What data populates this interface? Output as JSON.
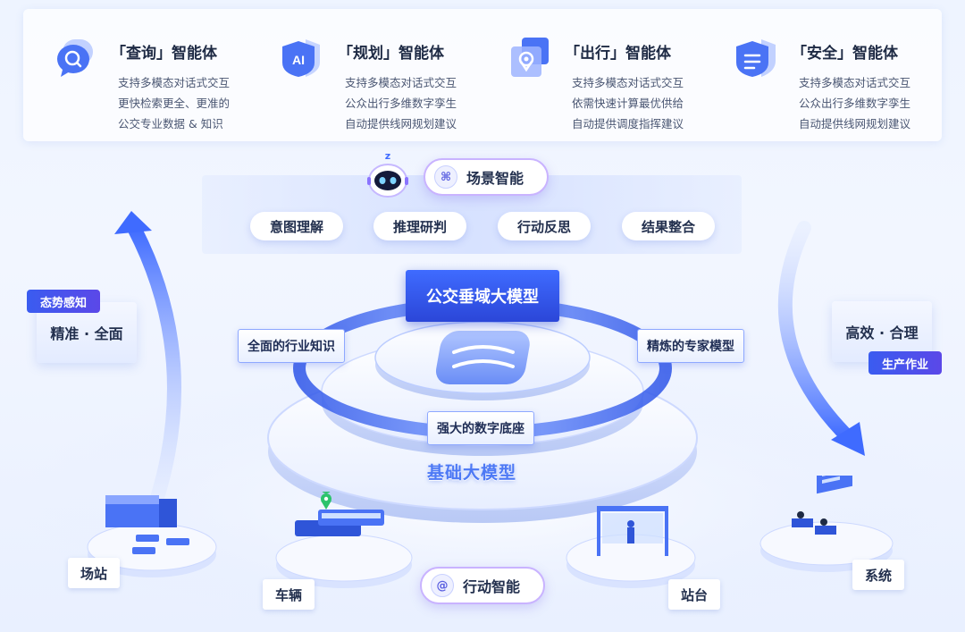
{
  "agents": [
    {
      "icon": "search-chat-icon",
      "title": "「查询」智能体",
      "lines": [
        "支持多模态对话式交互",
        "更快检索更全、更准的",
        "公交专业数据 & 知识"
      ]
    },
    {
      "icon": "ai-shield-icon",
      "title": "「规划」智能体",
      "lines": [
        "支持多模态对话式交互",
        "公众出行多维数字孪生",
        "自动提供线网规划建议"
      ]
    },
    {
      "icon": "location-pin-icon",
      "title": "「出行」智能体",
      "lines": [
        "支持多模态对话式交互",
        "依需快速计算最优供给",
        "自动提供调度指挥建议"
      ]
    },
    {
      "icon": "security-shield-icon",
      "title": "「安全」智能体",
      "lines": [
        "支持多模态对话式交互",
        "公众出行多维数字孪生",
        "自动提供线网规划建议"
      ]
    }
  ],
  "scene_intelligence": {
    "label": "场景智能",
    "icon_text": "⌘"
  },
  "capabilities": [
    "意图理解",
    "推理研判",
    "行动反思",
    "结果整合"
  ],
  "left_card": {
    "tag": "态势感知",
    "label": "精准 · 全面"
  },
  "right_card": {
    "tag": "生产作业",
    "label": "高效 · 合理"
  },
  "center": {
    "main_model": "公交垂域大模型",
    "left_label": "全面的行业知识",
    "right_label": "精炼的专家模型",
    "bottom_label": "强大的数字底座",
    "base_label": "基础大模型"
  },
  "action_intelligence": {
    "label": "行动智能",
    "icon_text": "@"
  },
  "scenes": [
    "场站",
    "车辆",
    "站台",
    "系统"
  ],
  "colors": {
    "accent": "#3f6bff",
    "purple": "#5b48e8",
    "background": "#eef4ff"
  }
}
